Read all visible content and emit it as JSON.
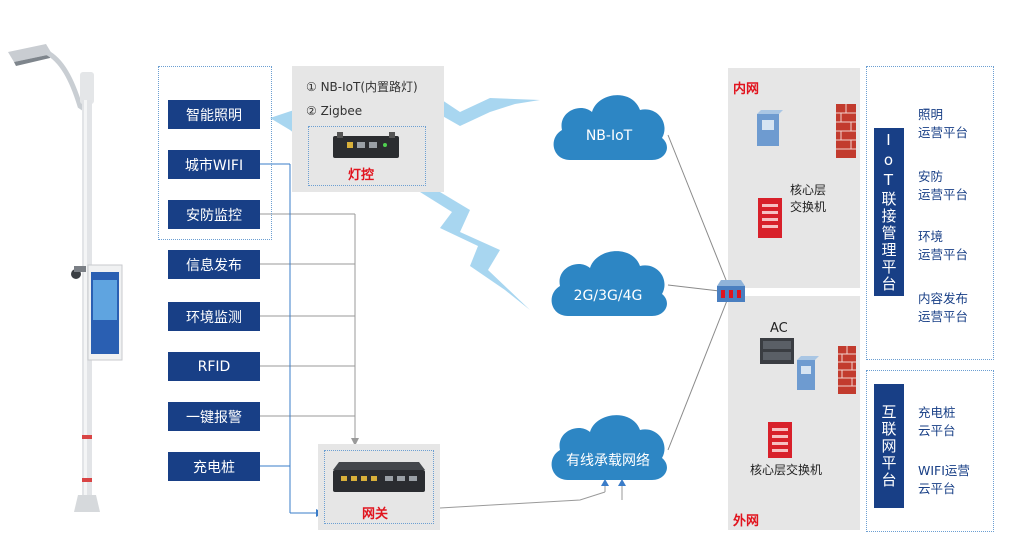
{
  "functions": [
    {
      "key": "lighting",
      "label": "智能照明"
    },
    {
      "key": "wifi",
      "label": "城市WIFI"
    },
    {
      "key": "security",
      "label": "安防监控"
    },
    {
      "key": "info",
      "label": "信息发布"
    },
    {
      "key": "env",
      "label": "环境监测"
    },
    {
      "key": "rfid",
      "label": "RFID"
    },
    {
      "key": "alarm",
      "label": "一键报警"
    },
    {
      "key": "charge",
      "label": "充电桩"
    }
  ],
  "light_control": {
    "proto1": "① NB-IoT(内置路灯)",
    "proto2": "② Zigbee",
    "label": "灯控"
  },
  "gateway": {
    "label": "网关"
  },
  "clouds": {
    "nbiot": "NB-IoT",
    "cellular": "2G/3G/4G",
    "wired": "有线承载网络"
  },
  "intranet": {
    "title": "内网",
    "switch_label": "核心层\n交换机"
  },
  "extranet": {
    "title": "外网",
    "ac_label": "AC",
    "switch_label": "核心层交换机"
  },
  "iot_platform": {
    "title": "IoT联接管理平台",
    "items": [
      "照明\n运营平台",
      "安防\n运营平台",
      "环境\n运营平台",
      "内容发布\n运营平台"
    ]
  },
  "internet_platform": {
    "title": "互联网平台",
    "items": [
      "充电桩\n云平台",
      "WIFI运营\n云平台"
    ]
  },
  "colors": {
    "navy": "#183f86",
    "cloud": "#2d86c4",
    "red": "#e1141e",
    "gray": "#e6e6e6",
    "wireless": "#9fd2ee"
  }
}
